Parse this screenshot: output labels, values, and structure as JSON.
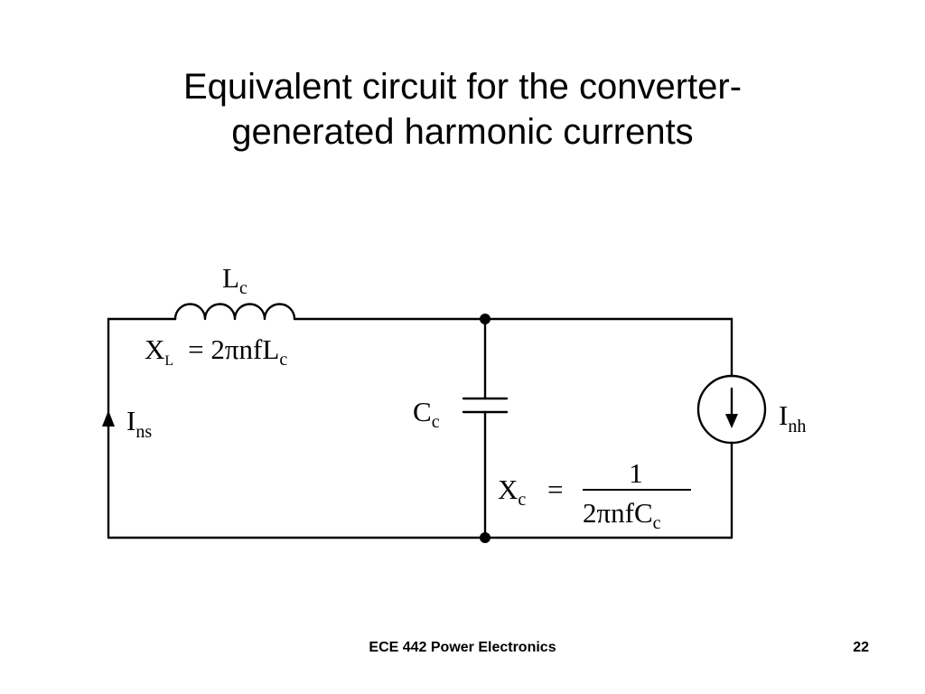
{
  "slide": {
    "title_line1": "Equivalent circuit for the converter-",
    "title_line2": "generated harmonic currents"
  },
  "circuit": {
    "inductor": {
      "name_main": "L",
      "name_sub": "c"
    },
    "inductor_reactance": {
      "lhs_main": "X",
      "lhs_sub": "L",
      "rhs_main": "= 2πnfL",
      "rhs_sub": "c"
    },
    "source_current": {
      "main": "I",
      "sub": "ns"
    },
    "capacitor": {
      "name_main": "C",
      "name_sub": "c"
    },
    "capacitor_reactance": {
      "lhs_main": "X",
      "lhs_sub": "c",
      "equals": "=",
      "numerator": "1",
      "denominator_main": "2πnfC",
      "denominator_sub": "c"
    },
    "harmonic_current": {
      "main": "I",
      "sub": "nh"
    }
  },
  "footer": {
    "course": "ECE 442 Power Electronics",
    "page": "22"
  }
}
